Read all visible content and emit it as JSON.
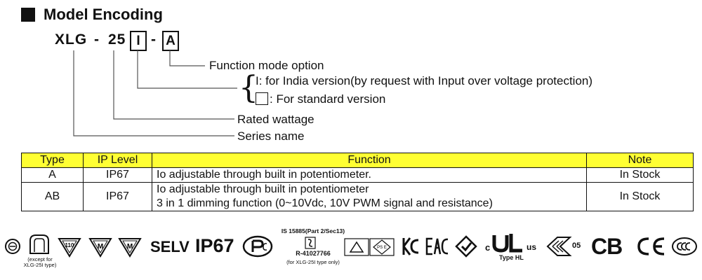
{
  "heading": "Model Encoding",
  "model_code": {
    "series": "XLG",
    "dash1": "-",
    "wattage": "25",
    "option1": "I",
    "dash2": "-",
    "option2": "A"
  },
  "descriptions": {
    "function_mode": "Function mode option",
    "india_version": "I: for India version(by request with Input over voltage protection)",
    "standard_version": ": For standard version",
    "rated_wattage": "Rated wattage",
    "series_name": "Series name"
  },
  "table": {
    "headers": [
      "Type",
      "IP Level",
      "Function",
      "Note"
    ],
    "rows": [
      {
        "type": "A",
        "ip": "IP67",
        "function": [
          "Io adjustable through built in potentiometer."
        ],
        "note": "In Stock"
      },
      {
        "type": "AB",
        "ip": "IP67",
        "function": [
          "Io adjustable through built in potentiometer",
          "3 in 1 dimming function (0~10Vdc, 10V PWM signal and resistance)"
        ],
        "note": "In Stock"
      }
    ]
  },
  "certifications": {
    "except_note_line1": "(except for",
    "except_note_line2": "XLG-25I type)",
    "triangle_110": "110",
    "triangle_m1": "M",
    "triangle_m2": "M",
    "selv": "SELV",
    "ip67": "IP67",
    "bis_title": "IS 15885(Part 2/Sec13)",
    "bis_code": "R-41027766",
    "bis_note": "(for XLG-25I type only)",
    "ul_c": "c",
    "ul_us": "us",
    "ul_type": "Type HL",
    "ccc_05": "05",
    "cb": "CB"
  }
}
